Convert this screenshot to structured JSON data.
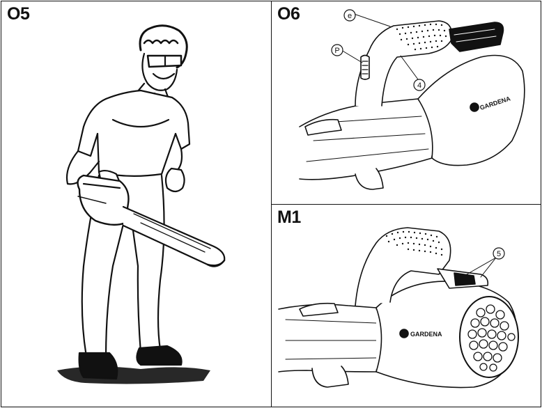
{
  "figures": {
    "o5": {
      "label": "O5"
    },
    "o6": {
      "label": "O6",
      "callouts": {
        "e": "e",
        "p": "P",
        "n4": "4"
      },
      "brand": "GARDENA"
    },
    "m1": {
      "label": "M1",
      "callouts": {
        "n5": "5"
      },
      "brand": "GARDENA"
    }
  }
}
